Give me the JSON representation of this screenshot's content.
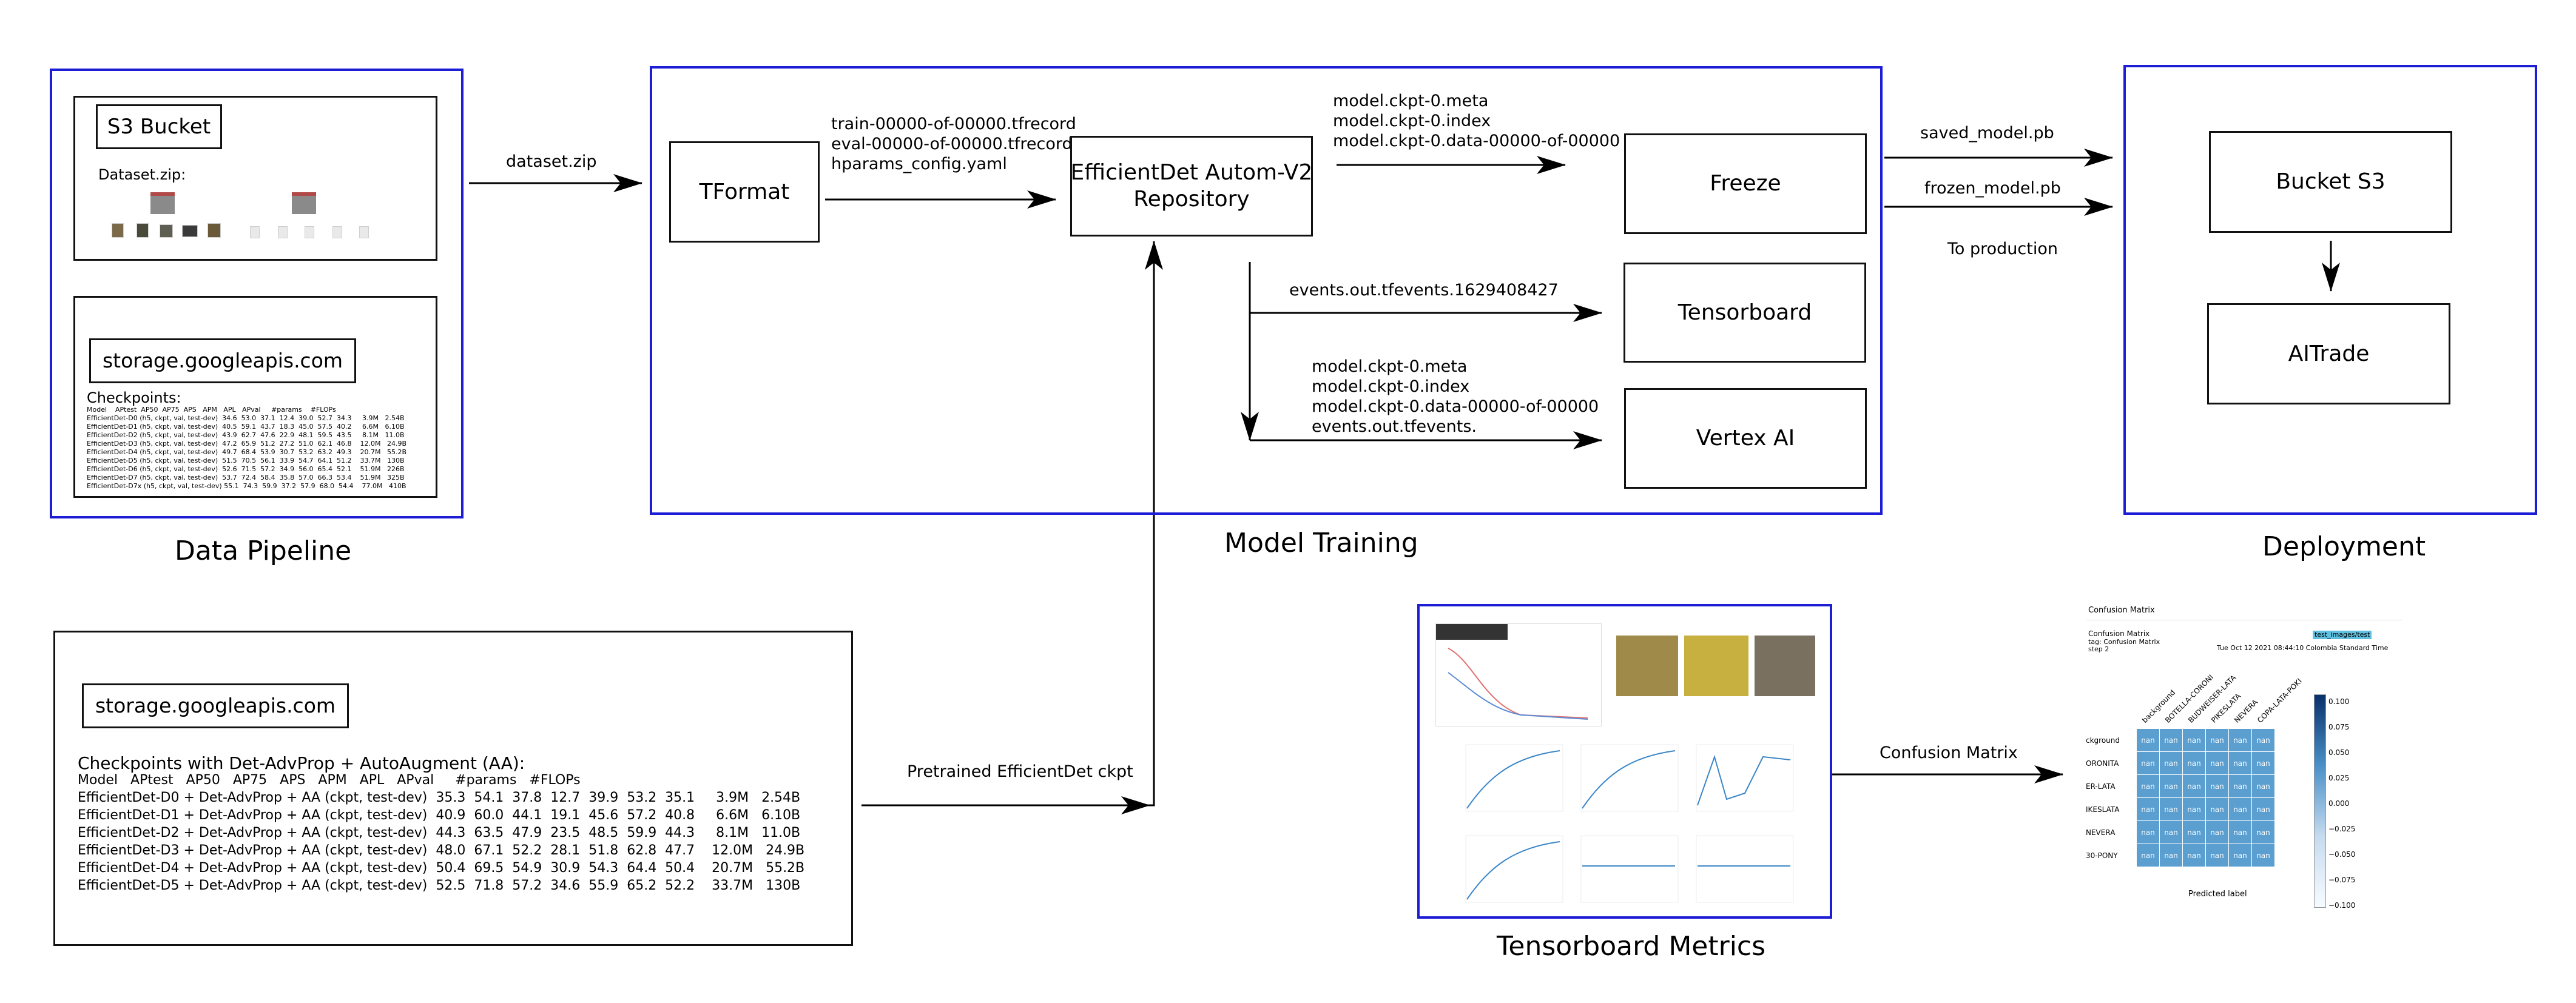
{
  "sections": {
    "data_pipeline": "Data Pipeline",
    "model_training": "Model Training",
    "deployment": "Deployment",
    "tensorboard_metrics": "Tensorboard Metrics"
  },
  "pipeline": {
    "s3_title": "S3 Bucket",
    "dataset_label": "Dataset.zip:",
    "gcs_title": "storage.googleapis.com",
    "checkpoints_label": "Checkpoints:",
    "small_table_header": "Model    APtest  AP50  AP75  APS   APM   APL   APval     #params    #FLOPs",
    "small_table_rows": [
      "EfficientDet-D0 (h5, ckpt, val, test-dev)  34.6  53.0  37.1  12.4  39.0  52.7  34.3     3.9M   2.54B",
      "EfficientDet-D1 (h5, ckpt, val, test-dev)  40.5  59.1  43.7  18.3  45.0  57.5  40.2     6.6M   6.10B",
      "EfficientDet-D2 (h5, ckpt, val, test-dev)  43.9  62.7  47.6  22.9  48.1  59.5  43.5     8.1M   11.0B",
      "EfficientDet-D3 (h5, ckpt, val, test-dev)  47.2  65.9  51.2  27.2  51.0  62.1  46.8    12.0M   24.9B",
      "EfficientDet-D4 (h5, ckpt, val, test-dev)  49.7  68.4  53.9  30.7  53.2  63.2  49.3    20.7M   55.2B",
      "EfficientDet-D5 (h5, ckpt, val, test-dev)  51.5  70.5  56.1  33.9  54.7  64.1  51.2    33.7M   130B",
      "EfficientDet-D6 (h5, ckpt, val, test-dev)  52.6  71.5  57.2  34.9  56.0  65.4  52.1    51.9M   226B",
      "EfficientDet-D7 (h5, ckpt, val, test-dev)  53.7  72.4  58.4  35.8  57.0  66.3  53.4    51.9M   325B",
      "EfficientDet-D7x (h5, ckpt, val, test-dev) 55.1  74.3  59.9  37.2  57.9  68.0  54.4    77.0M   410B"
    ]
  },
  "advprop": {
    "gcs_title": "storage.googleapis.com",
    "heading": "Checkpoints with Det-AdvProp + AutoAugment (AA):",
    "table_header": "Model   APtest   AP50   AP75   APS   APM   APL   APval     #params   #FLOPs",
    "table_rows": [
      "EfficientDet-D0 + Det-AdvProp + AA (ckpt, test-dev)  35.3  54.1  37.8  12.7  39.9  53.2  35.1     3.9M   2.54B",
      "EfficientDet-D1 + Det-AdvProp + AA (ckpt, test-dev)  40.9  60.0  44.1  19.1  45.6  57.2  40.8     6.6M   6.10B",
      "EfficientDet-D2 + Det-AdvProp + AA (ckpt, test-dev)  44.3  63.5  47.9  23.5  48.5  59.9  44.3     8.1M   11.0B",
      "EfficientDet-D3 + Det-AdvProp + AA (ckpt, test-dev)  48.0  67.1  52.2  28.1  51.8  62.8  47.7    12.0M   24.9B",
      "EfficientDet-D4 + Det-AdvProp + AA (ckpt, test-dev)  50.4  69.5  54.9  30.9  54.3  64.4  50.4    20.7M   55.2B",
      "EfficientDet-D5 + Det-AdvProp + AA (ckpt, test-dev)  52.5  71.8  57.2  34.6  55.9  65.2  52.2    33.7M   130B"
    ]
  },
  "nodes": {
    "tformat": "TFormat",
    "repo": "EfficientDet Autom-V2\nRepository",
    "freeze": "Freeze",
    "tensorboard": "Tensorboard",
    "vertex": "Vertex AI",
    "bucket": "Bucket S3",
    "aitrade": "AITrade"
  },
  "edges": {
    "dataset": "dataset.zip",
    "tfrecords": "train-00000-of-00000.tfrecord\neval-00000-of-00000.tfrecord\nhparams_config.yaml",
    "ckpt_freeze": "model.ckpt-0.meta\nmodel.ckpt-0.index\nmodel.ckpt-0.data-00000-of-00000",
    "events": "events.out.tfevents.1629408427",
    "ckpt_vertex": "model.ckpt-0.meta\nmodel.ckpt-0.index\nmodel.ckpt-0.data-00000-of-00000\nevents.out.tfevents.",
    "saved_model": "saved_model.pb",
    "frozen_model": "frozen_model.pb",
    "to_production": "To production",
    "pretrained": "Pretrained EfficientDet ckpt",
    "confusion": "Confusion Matrix"
  },
  "confusion_matrix": {
    "window_title": "Confusion Matrix",
    "caption": "Confusion Matrix",
    "tag": "tag: Confusion Matrix",
    "step": "step 2",
    "date": "Tue Oct 12 2021 08:44:10 Colombia Standard Time",
    "badge": "test_images/test",
    "col_labels": [
      "background",
      "BOTELLA-CORONI",
      "BUDWEISER-LATA",
      "PIKESLATA",
      "NEVERA",
      "COPA-LATA-POKI"
    ],
    "row_labels": [
      "ckground",
      "ORONITA",
      "ER-LATA",
      "IKESLATA",
      "NEVERA",
      "30-PONY"
    ],
    "cell_value": "nan",
    "xlabel": "Predicted label",
    "colorbar_ticks": [
      "0.100",
      "0.075",
      "0.050",
      "0.025",
      "0.000",
      "−0.025",
      "−0.050",
      "−0.075",
      "−0.100"
    ],
    "colors": {
      "cell": "#5a9fd0",
      "bar_top": "#08306b",
      "bar_bottom": "#f7fbff"
    }
  }
}
